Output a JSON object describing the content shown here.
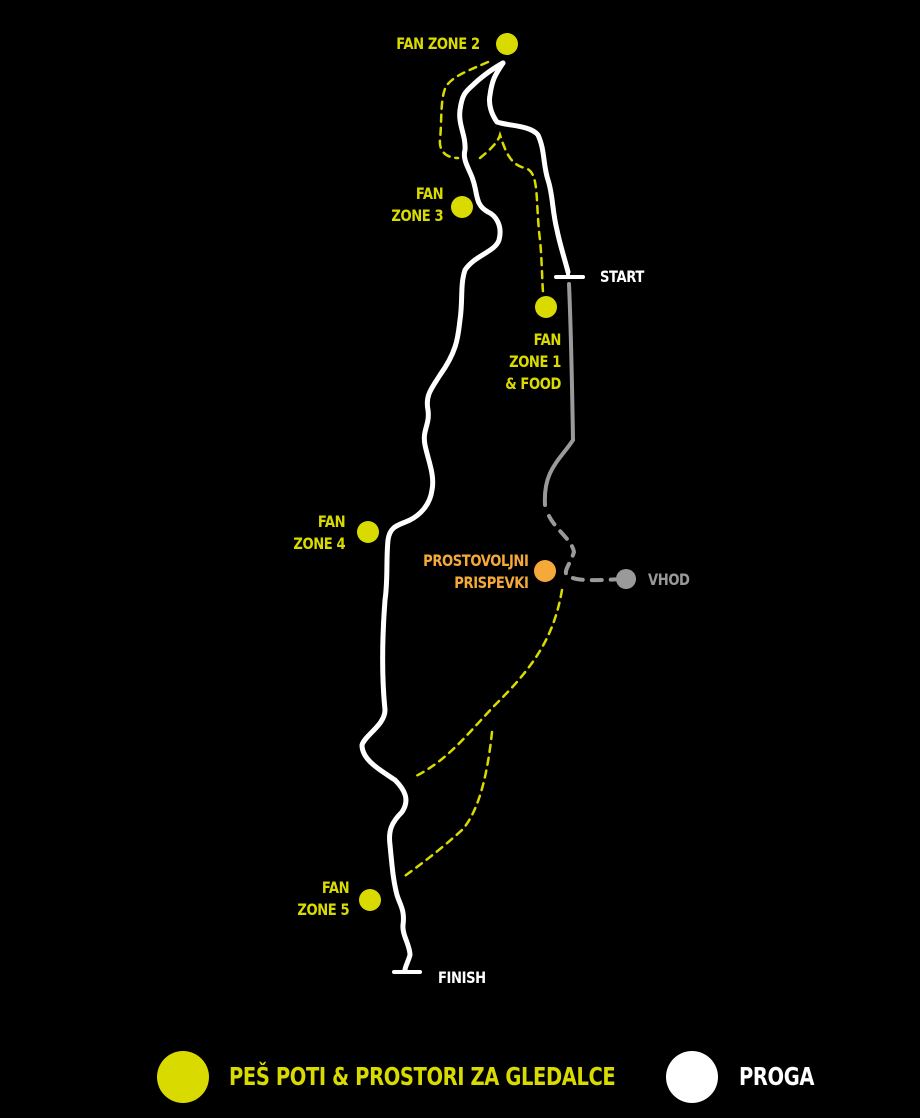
{
  "map": {
    "colors": {
      "background": "#000000",
      "course": "#ffffff",
      "spectator_paths": "#d9db00",
      "access_path": "#9a9a9a",
      "donations": "#f4a93a"
    },
    "course": {
      "start_label": "START",
      "finish_label": "FINISH"
    },
    "points": {
      "fan_zone_2": {
        "label": "FAN ZONE 2"
      },
      "fan_zone_3": {
        "line1": "FAN",
        "line2": "ZONE 3"
      },
      "fan_zone_1": {
        "line1": "FAN",
        "line2": "ZONE 1",
        "line3": "& FOOD"
      },
      "fan_zone_4": {
        "line1": "FAN",
        "line2": "ZONE 4"
      },
      "donations": {
        "line1": "PROSTOVOLJNI",
        "line2": "PRISPEVKI"
      },
      "entrance": {
        "label": "VHOD"
      },
      "fan_zone_5": {
        "line1": "FAN",
        "line2": "ZONE 5"
      }
    }
  },
  "legend": {
    "items": [
      {
        "label": "PEŠ POTI & PROSTORI ZA GLEDALCE",
        "color": "#d9db00"
      },
      {
        "label": "PROGA",
        "color": "#ffffff"
      }
    ]
  }
}
